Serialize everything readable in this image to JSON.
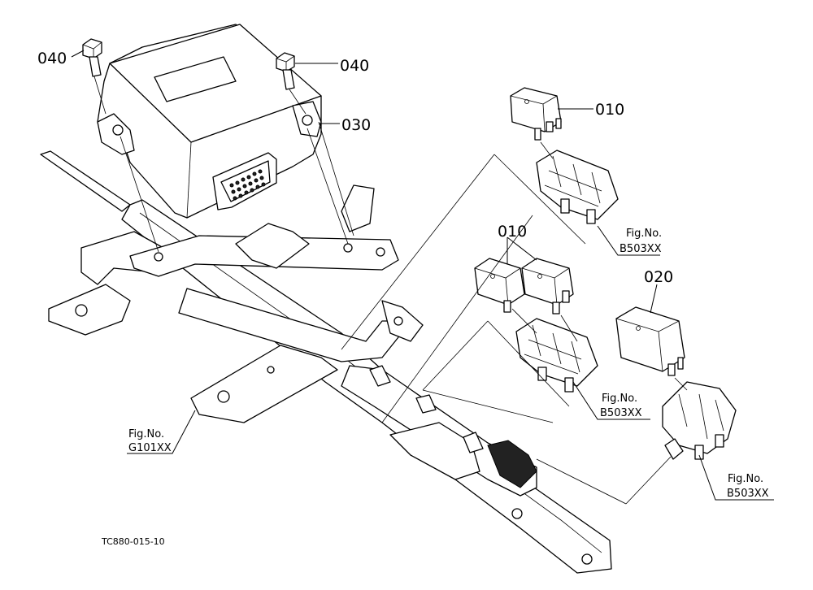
{
  "callouts": {
    "bolt_left": "040",
    "bolt_right": "040",
    "controller": "030",
    "relay_top": "010",
    "relay_pair": "010",
    "relay_big": "020"
  },
  "figrefs": {
    "top": {
      "line1": "Fig.No.",
      "line2": "B503XX"
    },
    "middle": {
      "line1": "Fig.No.",
      "line2": "B503XX"
    },
    "right": {
      "line1": "Fig.No.",
      "line2": "B503XX"
    },
    "frame": {
      "line1": "Fig.No.",
      "line2": "G101XX"
    }
  },
  "drawing_code": "TC880-015-10"
}
